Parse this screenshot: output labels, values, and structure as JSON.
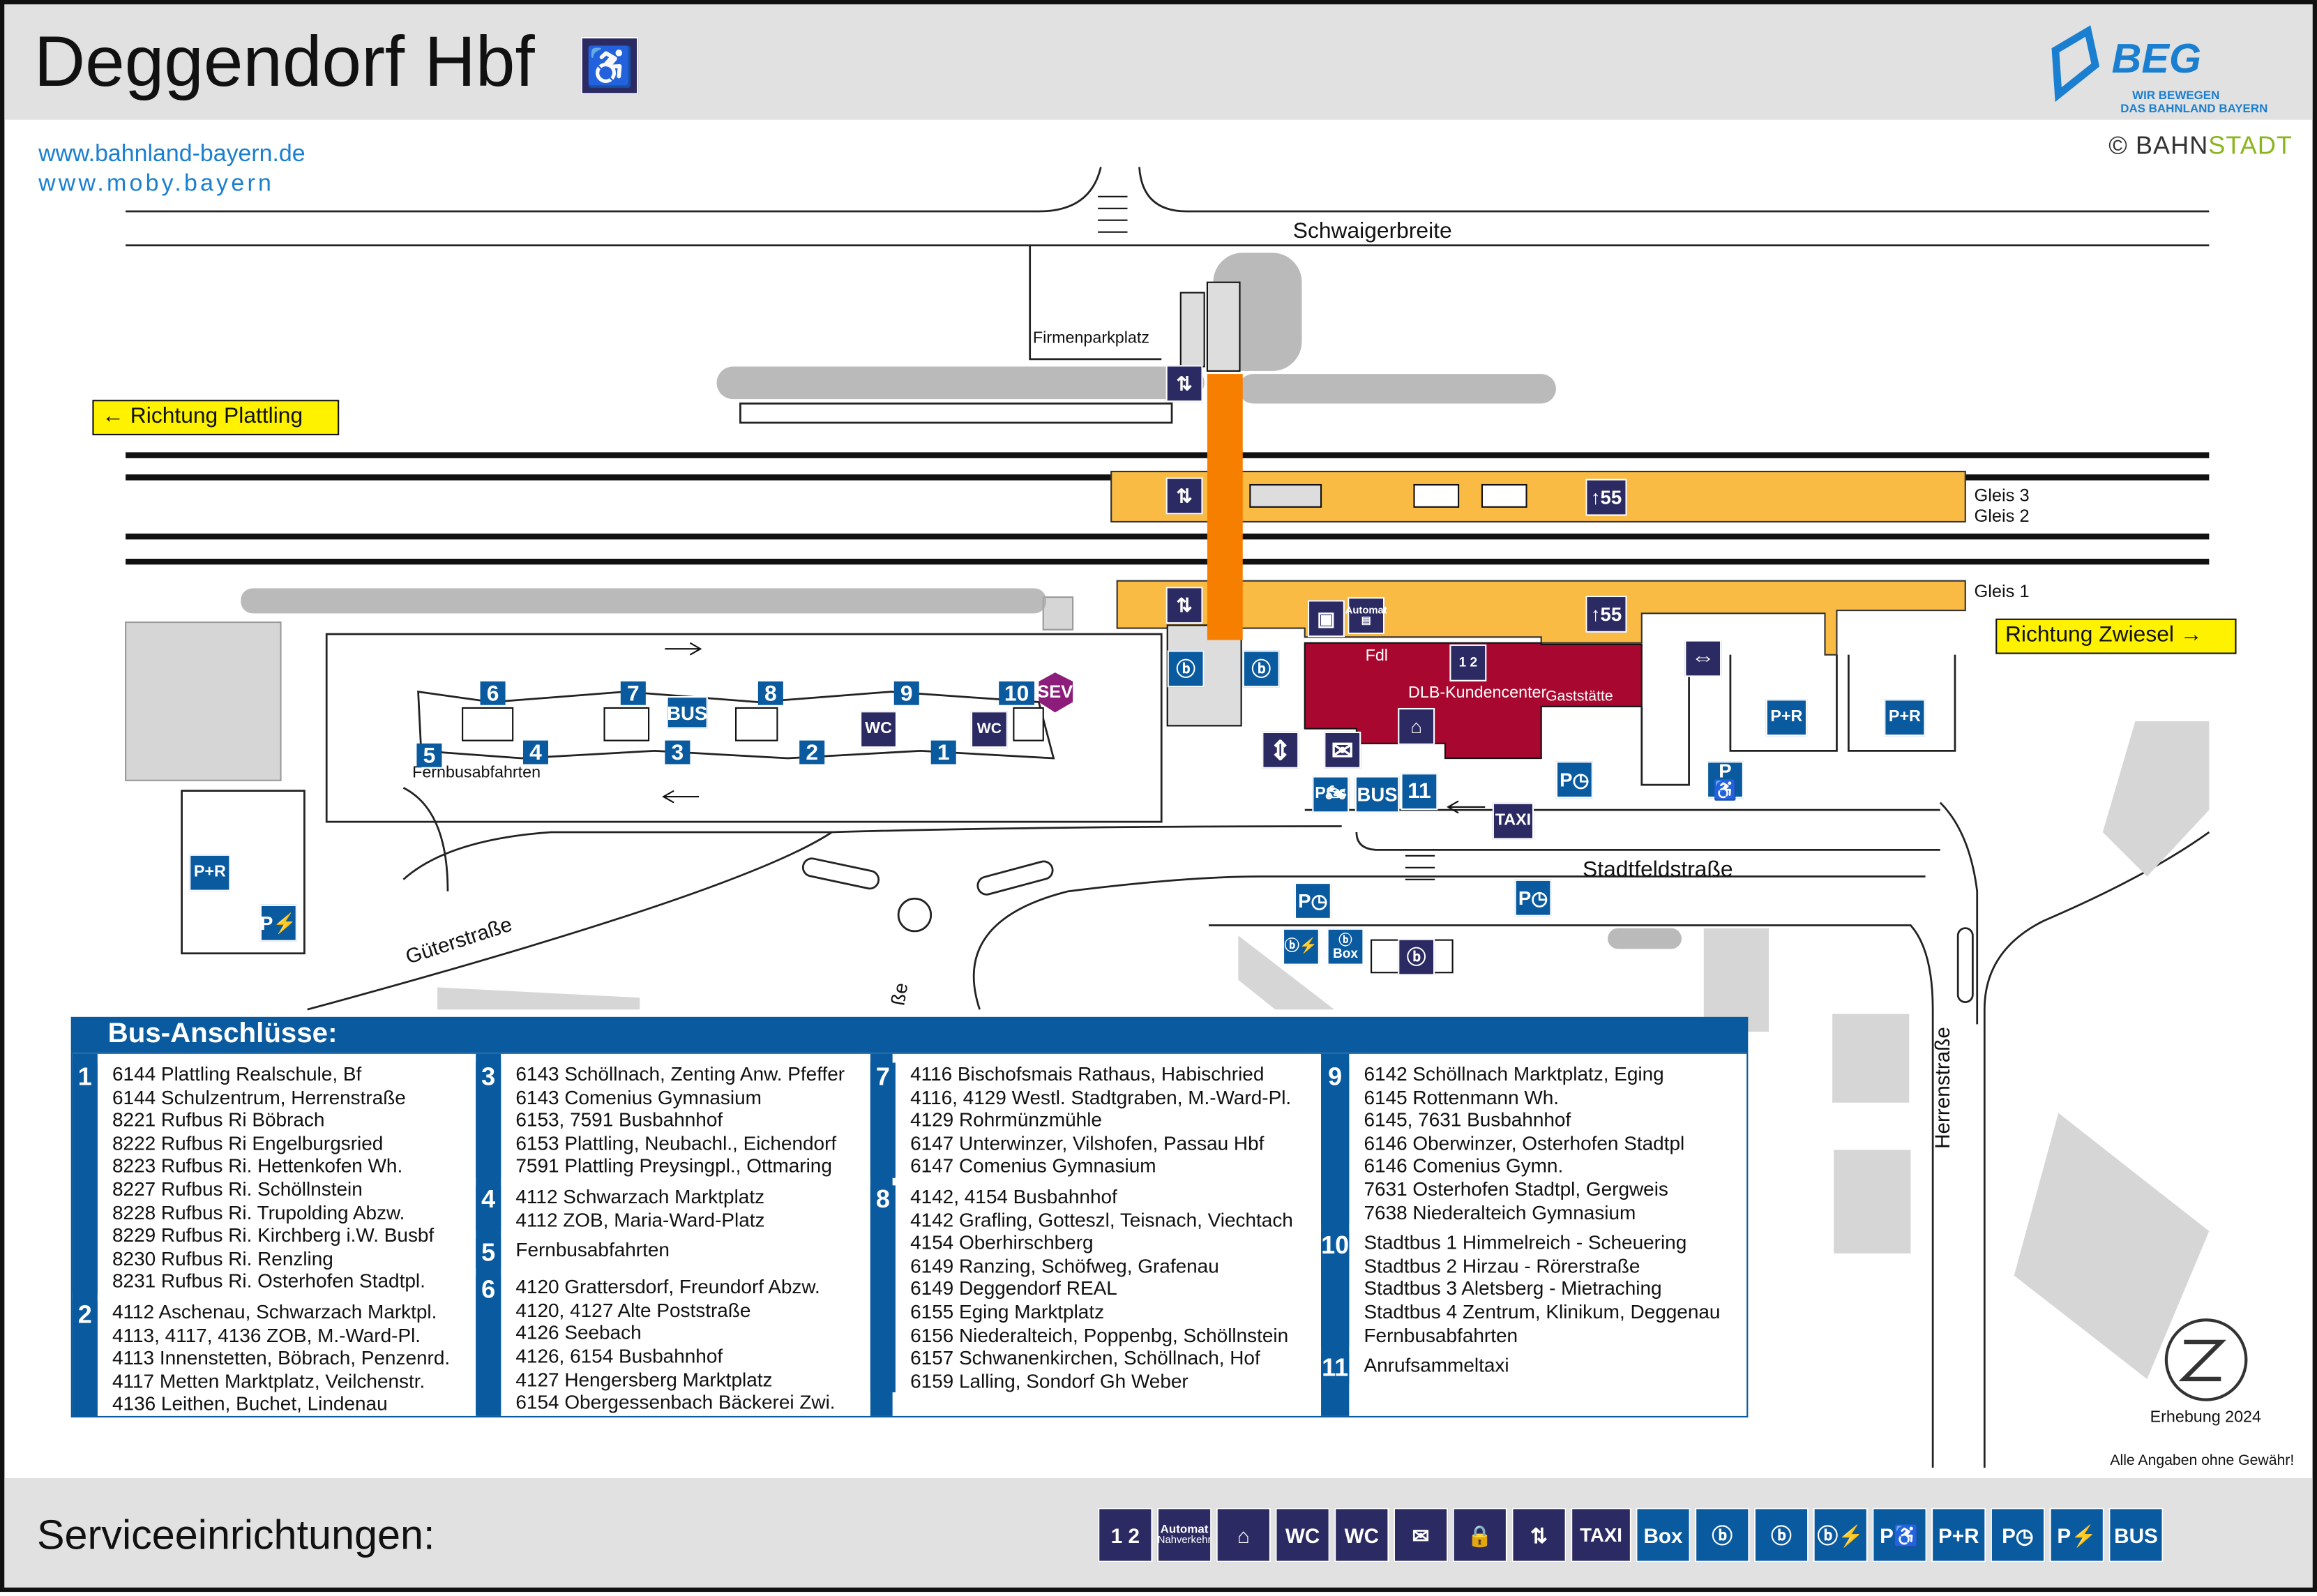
{
  "header": {
    "title": "Deggendorf Hbf",
    "accessibility_icon": "wheelchair-icon",
    "logo": {
      "name": "BEG",
      "tagline1": "WIR BEWEGEN",
      "tagline2": "DAS BAHNLAND BAYERN"
    },
    "copyright": "©",
    "copyright_brand_a": "BAHN",
    "copyright_brand_b": "STADT"
  },
  "links": [
    "www.bahnland-bayern.de",
    "www.moby.bayern"
  ],
  "map": {
    "streets": {
      "top": "Schwaigerbreite",
      "guter": "Güterstraße",
      "stadtfeld": "Stadtfeldstraße",
      "herren": "Herrenstraße",
      "partial": "ße"
    },
    "firmenparkplatz": "Firmenparkplatz",
    "dir_left": "Richtung Plattling",
    "dir_right": "Richtung Zwiesel",
    "gleis3": "Gleis 3",
    "gleis2": "Gleis 2",
    "gleis1": "Gleis 1",
    "fernbus": "Fernbusabfahrten",
    "fdl": "Fdl",
    "kundencenter": "DLB-Kundencenter",
    "gaststaette": "Gaststätte",
    "automat": "Automat",
    "sev": "SEV",
    "bus": "BUS",
    "taxi": "TAXI",
    "pr": "P+R",
    "wc": "WC",
    "p": "P",
    "box": "Box",
    "track55": "55",
    "bays": [
      "1",
      "2",
      "3",
      "4",
      "5",
      "6",
      "7",
      "8",
      "9",
      "10",
      "11"
    ]
  },
  "bus_connections": {
    "title": "Bus-Anschlüsse:",
    "columns": [
      [
        {
          "n": "1",
          "lines": [
            "6144 Plattling Realschule, Bf",
            "6144 Schulzentrum, Herrenstraße",
            "8221 Rufbus Ri Böbrach",
            "8222 Rufbus Ri Engelburgsried",
            "8223 Rufbus Ri. Hettenkofen Wh.",
            "8227 Rufbus Ri. Schöllnstein",
            "8228 Rufbus Ri. Trupolding Abzw.",
            "8229 Rufbus Ri. Kirchberg i.W. Busbf",
            "8230 Rufbus Ri. Renzling",
            "8231 Rufbus Ri. Osterhofen Stadtpl."
          ]
        },
        {
          "n": "2",
          "lines": [
            "4112 Aschenau, Schwarzach Marktpl.",
            "4113, 4117, 4136 ZOB, M.-Ward-Pl.",
            "4113 Innenstetten, Böbrach, Penzenrd.",
            "4117 Metten Marktplatz, Veilchenstr.",
            "4136 Leithen, Buchet, Lindenau"
          ]
        }
      ],
      [
        {
          "n": "3",
          "lines": [
            "6143 Schöllnach, Zenting Anw. Pfeffer",
            "6143 Comenius Gymnasium",
            "6153, 7591 Busbahnhof",
            "6153 Plattling, Neubachl., Eichendorf",
            "7591 Plattling Preysingpl., Ottmaring"
          ]
        },
        {
          "n": "4",
          "lines": [
            "4112 Schwarzach Marktplatz",
            "4112 ZOB, Maria-Ward-Platz"
          ]
        },
        {
          "n": "5",
          "lines": [
            "Fernbusabfahrten"
          ]
        },
        {
          "n": "6",
          "lines": [
            "4120 Grattersdorf, Freundorf Abzw.",
            "4120, 4127 Alte Poststraße",
            "4126 Seebach",
            "4126, 6154 Busbahnhof",
            "4127 Hengersberg Marktplatz",
            "6154 Obergessenbach Bäckerei Zwi."
          ]
        }
      ],
      [
        {
          "n": "7",
          "lines": [
            "4116 Bischofsmais Rathaus, Habischried",
            "4116, 4129 Westl. Stadtgraben, M.-Ward-Pl.",
            "4129 Rohrmünzmühle",
            "6147 Unterwinzer, Vilshofen, Passau Hbf",
            "6147 Comenius Gymnasium"
          ]
        },
        {
          "n": "8",
          "lines": [
            "4142, 4154 Busbahnhof",
            "4142 Grafling, Gotteszl, Teisnach, Viechtach",
            "4154 Oberhirschberg",
            "6149 Ranzing, Schöfweg, Grafenau",
            "6149 Deggendorf REAL",
            "6155 Eging Marktplatz",
            "6156 Niederalteich, Poppenbg, Schöllnstein",
            "6157 Schwanenkirchen, Schöllnach, Hof",
            "6159 Lalling, Sondorf Gh Weber"
          ]
        }
      ],
      [
        {
          "n": "9",
          "lines": [
            "6142 Schöllnach Marktplatz, Eging",
            "6145 Rottenmann Wh.",
            "6145, 7631 Busbahnhof",
            "6146 Oberwinzer, Osterhofen Stadtpl",
            "6146 Comenius Gymn.",
            "7631 Osterhofen Stadtpl, Gergweis",
            "7638 Niederalteich Gymnasium"
          ]
        },
        {
          "n": "10",
          "lines": [
            "Stadtbus 1 Himmelreich - Scheuering",
            "Stadtbus 2 Hirzau - Rörerstraße",
            "Stadtbus 3 Aletsberg - Mietraching",
            "Stadtbus 4 Zentrum, Klinikum, Deggenau",
            "Fernbusabfahrten"
          ]
        },
        {
          "n": "11",
          "lines": [
            "Anrufsammeltaxi"
          ]
        }
      ]
    ]
  },
  "survey": "Erhebung 2024",
  "disclaimer": "Alle Angaben ohne Gewähr!",
  "footer": {
    "title": "Serviceeinrichtungen:",
    "icons": [
      {
        "name": "ticket-machine-icon",
        "text": "1 2",
        "color": "#2b2a62"
      },
      {
        "name": "local-ticket-machine-icon",
        "text": "Automat",
        "sub": "Nahverkehr",
        "color": "#2b2a62"
      },
      {
        "name": "waiting-room-icon",
        "text": "⌂",
        "color": "#2b2a62"
      },
      {
        "name": "accessible-wc-icon",
        "text": "WC",
        "color": "#2b2a62"
      },
      {
        "name": "wc-icon",
        "text": "WC",
        "color": "#2b2a62"
      },
      {
        "name": "mailbox-icon",
        "text": "✉",
        "color": "#2b2a62"
      },
      {
        "name": "locker-icon",
        "text": "🔒",
        "color": "#2b2a62"
      },
      {
        "name": "stairs-icon",
        "text": "⇅",
        "color": "#2b2a62"
      },
      {
        "name": "taxi-icon",
        "text": "TAXI",
        "color": "#2b2a62"
      },
      {
        "name": "bike-box-icon",
        "text": "Box",
        "color": "#0a5aa0"
      },
      {
        "name": "bike-rack-icon",
        "text": "ⓑ",
        "color": "#0a5aa0"
      },
      {
        "name": "bike-parking-icon",
        "text": "ⓑ",
        "color": "#0a5aa0"
      },
      {
        "name": "bike-charging-icon",
        "text": "ⓑ⚡",
        "color": "#0a5aa0"
      },
      {
        "name": "accessible-parking-icon",
        "text": "P♿",
        "color": "#0a5aa0"
      },
      {
        "name": "park-and-ride-icon",
        "text": "P+R",
        "color": "#0a5aa0"
      },
      {
        "name": "short-term-parking-icon",
        "text": "P◷",
        "color": "#0a5aa0"
      },
      {
        "name": "ev-parking-icon",
        "text": "P⚡",
        "color": "#0a5aa0"
      },
      {
        "name": "bus-icon",
        "text": "BUS",
        "color": "#0a5aa0"
      }
    ]
  },
  "colors": {
    "navy": "#2b2a62",
    "blue": "#0a5aa0",
    "platform": "#f9bb44",
    "underpass": "#f77f00",
    "building": "#a8082f",
    "sev": "#8c1d7a",
    "direction": "#fff200"
  }
}
